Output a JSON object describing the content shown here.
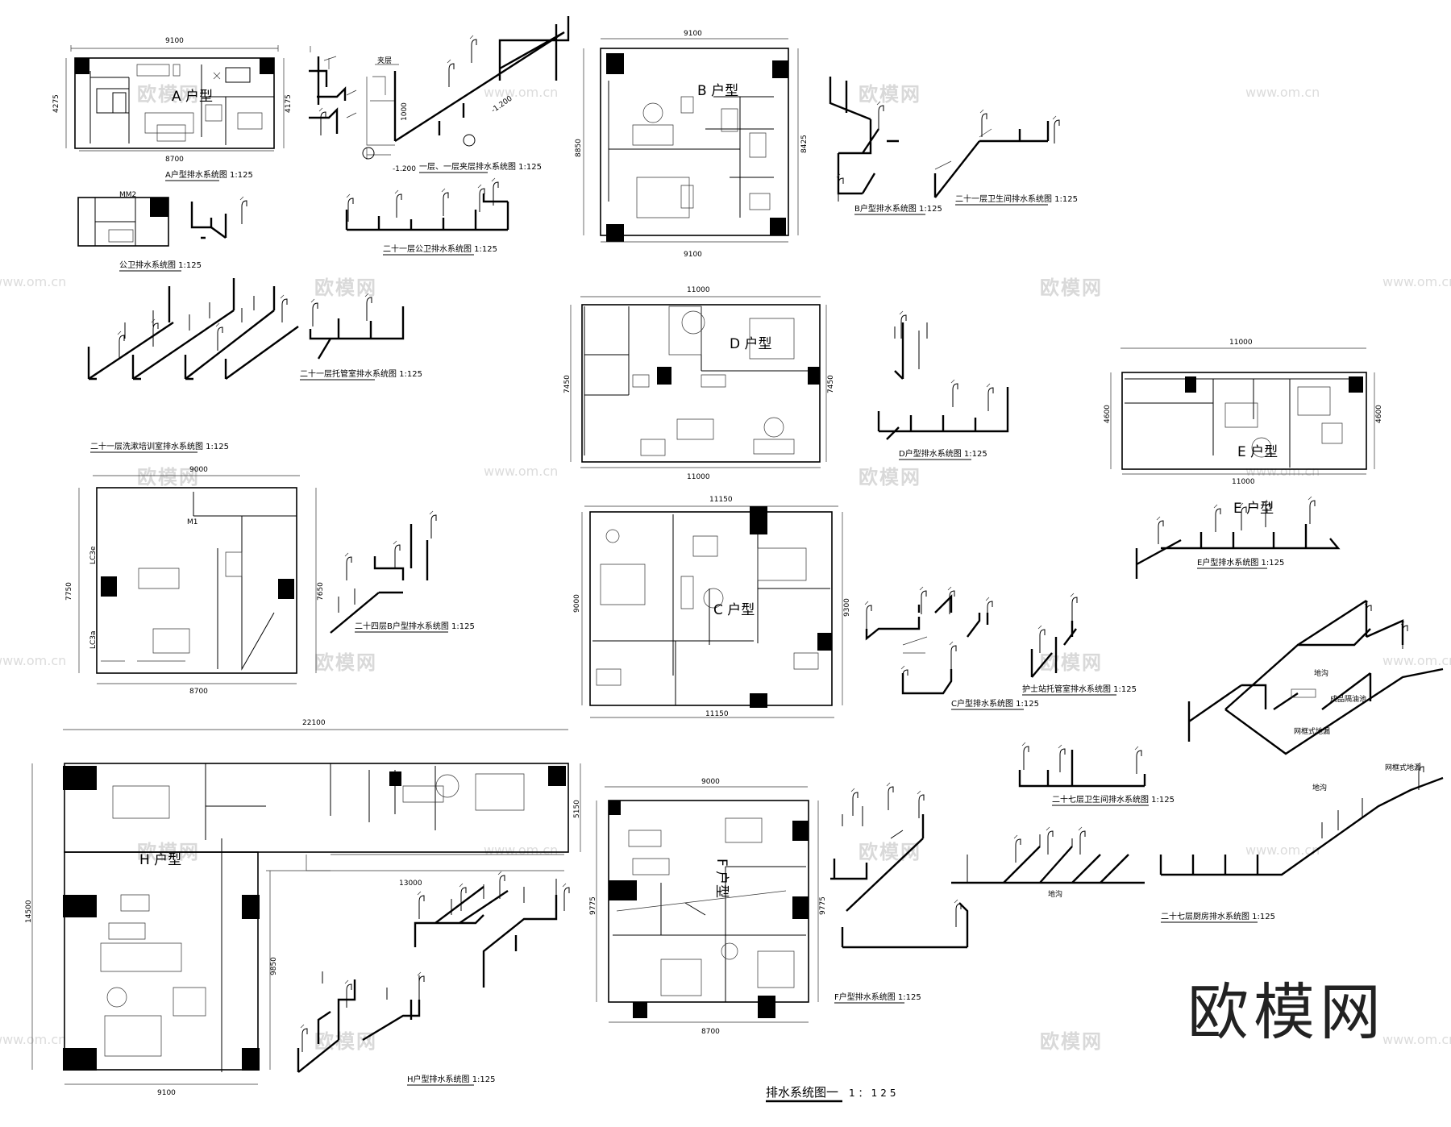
{
  "watermark": {
    "text": "欧模网",
    "url": "www.om.cn"
  },
  "logo": "欧模网",
  "drawing_title": "排水系统图一",
  "drawing_scale": "1：125",
  "plans": {
    "A": {
      "label": "A 户型",
      "caption": "A户型排水系统图 1:125",
      "dims": [
        "9100",
        "8700",
        "4275",
        "4175"
      ]
    },
    "B": {
      "label": "B 户型",
      "caption": "B户型排水系统图 1:125",
      "dims": [
        "9100",
        "9100",
        "8850",
        "8425"
      ]
    },
    "D": {
      "label": "D 户型",
      "caption": "D户型排水系统图 1:125",
      "dims": [
        "11000",
        "11000",
        "7450",
        "7450"
      ]
    },
    "E": {
      "label": "E 户型",
      "label2": "E 户型",
      "caption": "E户型排水系统图 1:125",
      "dims": [
        "11000",
        "11000",
        "4600",
        "4600"
      ]
    },
    "C": {
      "label": "C 户型",
      "caption": "C户型排水系统图 1:125",
      "dims": [
        "11150",
        "11150",
        "9000",
        "9300"
      ]
    },
    "B24": {
      "caption": "二十四层B户型排水系统图 1:125",
      "dims": [
        "9000",
        "8700",
        "7750",
        "7650"
      ]
    },
    "H": {
      "label": "H 户型",
      "caption": "H户型排水系统图 1:125",
      "dims": [
        "22100",
        "13000",
        "9100",
        "14500",
        "5150",
        "9850"
      ]
    },
    "F": {
      "label": "F 户型",
      "caption": "F户型排水系统图 1:125",
      "dims": [
        "9000",
        "8700",
        "9775",
        "9775"
      ]
    }
  },
  "captions": {
    "lobby": "一层、一层夹层排水系统图 1:125",
    "public": "公卫排水系统图 1:125",
    "pub21": "二十一层公卫排水系统图 1:125",
    "wash21": "二十一层卫生间排水系统图 1:125",
    "train21": "二十一层洗漱培训室排水系统图 1:125",
    "office21": "二十一层托管室排水系统图 1:125",
    "nurse": "护士站托管室排水系统图 1:125",
    "wash27": "二十七层卫生间排水系统图 1:125",
    "kitchen27": "二十七层厨房排水系统图 1:125"
  },
  "labels": {
    "mezz": "夹层",
    "elev1": "-1.200",
    "elev2": "-1.200",
    "dim1000": "1000",
    "mm2": "MM2",
    "m1": "M1",
    "lc3e": "LC3e",
    "lc3a": "LC3a",
    "ditch1": "地沟",
    "ditch2": "地沟",
    "ditch3": "地沟",
    "grease": "成品隔油池",
    "drain1": "网框式地漏",
    "drain2": "网框式地漏"
  }
}
